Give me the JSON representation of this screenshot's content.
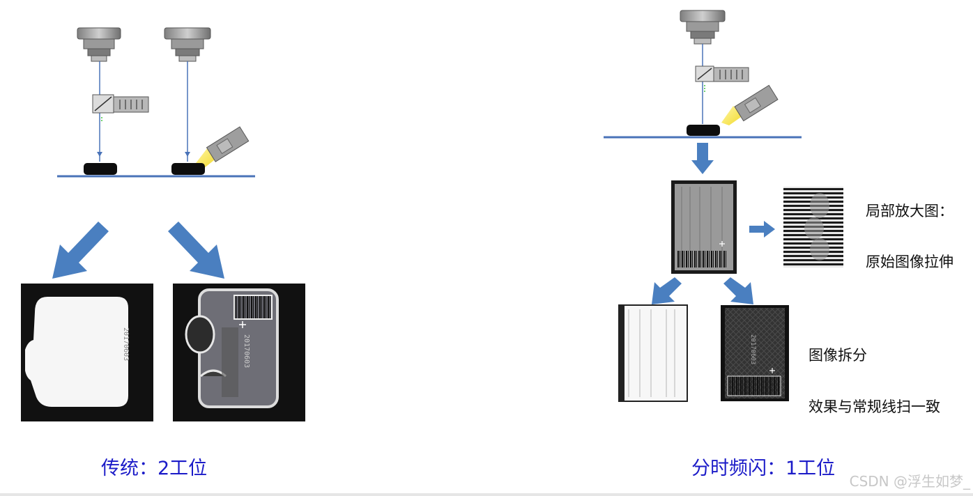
{
  "left_panel": {
    "caption": "传统：2工位"
  },
  "right_panel": {
    "caption": "分时频闪：1工位",
    "zoom_note_line1": "局部放大图：",
    "zoom_note_line2": "原始图像拉伸",
    "split_note_line1": "图像拆分",
    "split_note_line2": "效果与常规线扫一致"
  },
  "watermark": "CSDN @浮生如梦_",
  "colors": {
    "arrow_blue": "#4a7fc0",
    "line_blue": "#4a73b8",
    "caption_blue": "#1b1bc8",
    "laser_yellow": "#f2e04a"
  }
}
